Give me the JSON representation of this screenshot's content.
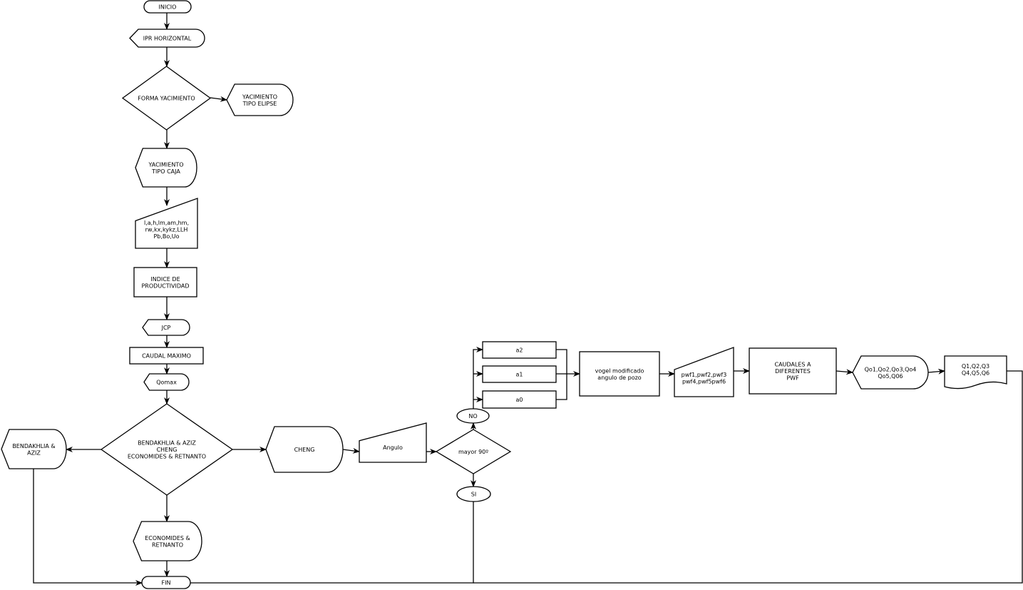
{
  "nodes": {
    "inicio": [
      "INICIO"
    ],
    "ipr": [
      "IPR HORIZONTAL"
    ],
    "forma": [
      "FORMA YACIMIENTO"
    ],
    "elipse": [
      "YACIMIENTO",
      "TIPO ELIPSE"
    ],
    "caja": [
      "YACIMIENTO",
      "TIPO CAJA"
    ],
    "inputs": [
      "l,a,h,lm,am,hm,",
      "rw,kx,kykz,LLH",
      "Pb,Bo,Uo"
    ],
    "indice": [
      "INDICE DE",
      "PRODUCTIVIDAD"
    ],
    "jcp": [
      "JCP"
    ],
    "caudal_max": [
      "CAUDAL MAXIMO"
    ],
    "qomax": [
      "Qomax"
    ],
    "metodos": [
      "BENDAKHLIA & AZIZ",
      "CHENG",
      "ECONOMIDES & RETNANTO"
    ],
    "bendakhlia": [
      "BENDAKHLIA &",
      "AZIZ"
    ],
    "economides": [
      "ECONOMIDES &",
      "RETNANTO"
    ],
    "fin": [
      "FIN"
    ],
    "cheng": [
      "CHENG"
    ],
    "angulo": [
      "Angulo"
    ],
    "mayor90": [
      "mayor 90º"
    ],
    "no": [
      "NO"
    ],
    "si": [
      "SI"
    ],
    "a2": [
      "a2"
    ],
    "a1": [
      "a1"
    ],
    "a0": [
      "a0"
    ],
    "vogel": [
      "vogel modificado",
      "angulo de pozo"
    ],
    "pwf": [
      "pwf1,pwf2,pwf3",
      "pwf4,pwf5pwf6"
    ],
    "caudales": [
      "CAUDALES A",
      "DIFERENTES",
      "PWF"
    ],
    "qo": [
      "Qo1,Qo2,Qo3,Qo4",
      "Qo5,Q06"
    ],
    "q": [
      "Q1,Q2,Q3",
      "Q4,Q5,Q6"
    ]
  }
}
